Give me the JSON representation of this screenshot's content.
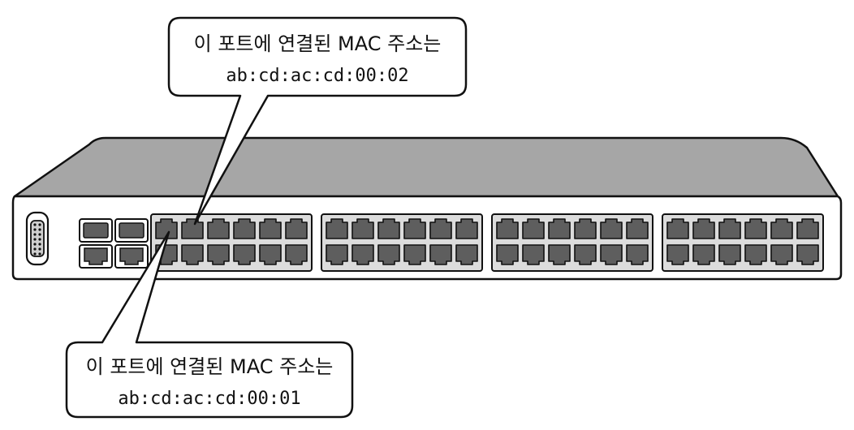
{
  "callouts": {
    "top": {
      "title": "이 포트에 연결된 MAC 주소는",
      "mac": "ab:cd:ac:cd:00:02"
    },
    "bottom": {
      "title": "이 포트에 연결된 MAC 주소는",
      "mac": "ab:cd:ac:cd:00:01"
    }
  },
  "switch": {
    "port_groups": 4,
    "ports_per_row_per_group": 6,
    "rows": 2,
    "uplink_ports": 4
  },
  "colors": {
    "outline": "#111111",
    "chassis_top": "#a6a6a6",
    "chassis_front": "#ffffff",
    "port_panel": "#dcdcdc",
    "port": "#5e5e5e",
    "uplink_fill": "#8a8a8a"
  }
}
